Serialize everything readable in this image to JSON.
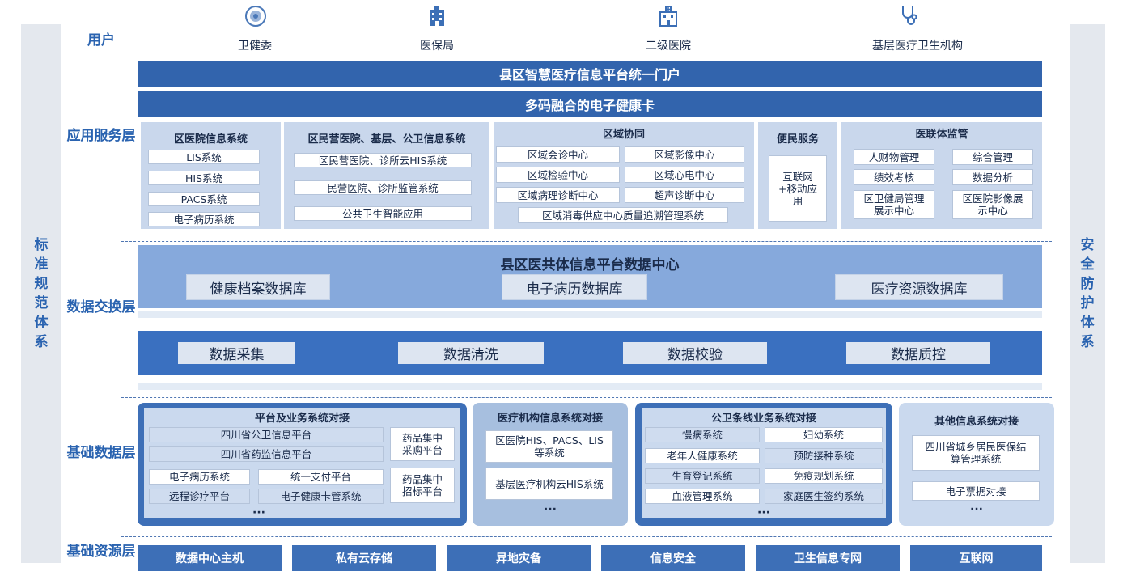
{
  "side": {
    "left": "标准规范体系",
    "right": "安全防护体系"
  },
  "layers": {
    "user": "用户",
    "app": "应用服务层",
    "exchange": "数据交换层",
    "base_data": "基础数据层",
    "base_res": "基础资源层"
  },
  "users": [
    "卫健委",
    "医保局",
    "二级医院",
    "基层医疗卫生机构"
  ],
  "portal": "县区智慧医疗信息平台统一门户",
  "health_card": "多码融合的电子健康卡",
  "app_panels": {
    "district_hospital": {
      "title": "区医院信息系统",
      "items": [
        "LIS系统",
        "HIS系统",
        "PACS系统",
        "电子病历系统"
      ]
    },
    "private": {
      "title": "区民营医院、基层、公卫信息系统",
      "items": [
        "区民营医院、诊所云HIS系统",
        "民营医院、诊所监管系统",
        "公共卫生智能应用"
      ]
    },
    "regional": {
      "title": "区域协同",
      "items": [
        "区域会诊中心",
        "区域影像中心",
        "区域检验中心",
        "区域心电中心",
        "区域病理诊断中心",
        "超声诊断中心",
        "区域消毒供应中心质量追溯管理系统"
      ]
    },
    "convenience": {
      "title": "便民服务",
      "item": "互联网+移动应用"
    },
    "supervision": {
      "title": "医联体监管",
      "items": [
        "人财物管理",
        "综合管理",
        "绩效考核",
        "数据分析",
        "区卫健局管理展示中心",
        "区医院影像展示中心"
      ]
    }
  },
  "data_center": {
    "title": "县区医共体信息平台数据中心",
    "dbs": [
      "健康档案数据库",
      "电子病历数据库",
      "医疗资源数据库"
    ]
  },
  "process": [
    "数据采集",
    "数据清洗",
    "数据校验",
    "数据质控"
  ],
  "base_panels": {
    "platform": {
      "title": "平台及业务系统对接",
      "items": [
        "四川省公卫信息平台",
        "四川省药监信息平台",
        "药品集中采购平台",
        "电子病历系统",
        "统一支付平台",
        "远程诊疗平台",
        "电子健康卡管系统",
        "药品集中招标平台"
      ],
      "more": "···"
    },
    "medical": {
      "title": "医疗机构信息系统对接",
      "items": [
        "区医院HIS、PACS、LIS等系统",
        "基层医疗机构云HIS系统"
      ],
      "more": "···"
    },
    "public_health": {
      "title": "公卫条线业务系统对接",
      "items": [
        "慢病系统",
        "妇幼系统",
        "老年人健康系统",
        "预防接种系统",
        "生育登记系统",
        "免疫规划系统",
        "血液管理系统",
        "家庭医生签约系统"
      ],
      "more": "···"
    },
    "other": {
      "title": "其他信息系统对接",
      "items": [
        "四川省城乡居民医保结算管理系统",
        "电子票据对接"
      ],
      "more": "···"
    }
  },
  "resources": [
    "数据中心主机",
    "私有云存储",
    "异地灾备",
    "信息安全",
    "卫生信息专网",
    "互联网"
  ]
}
